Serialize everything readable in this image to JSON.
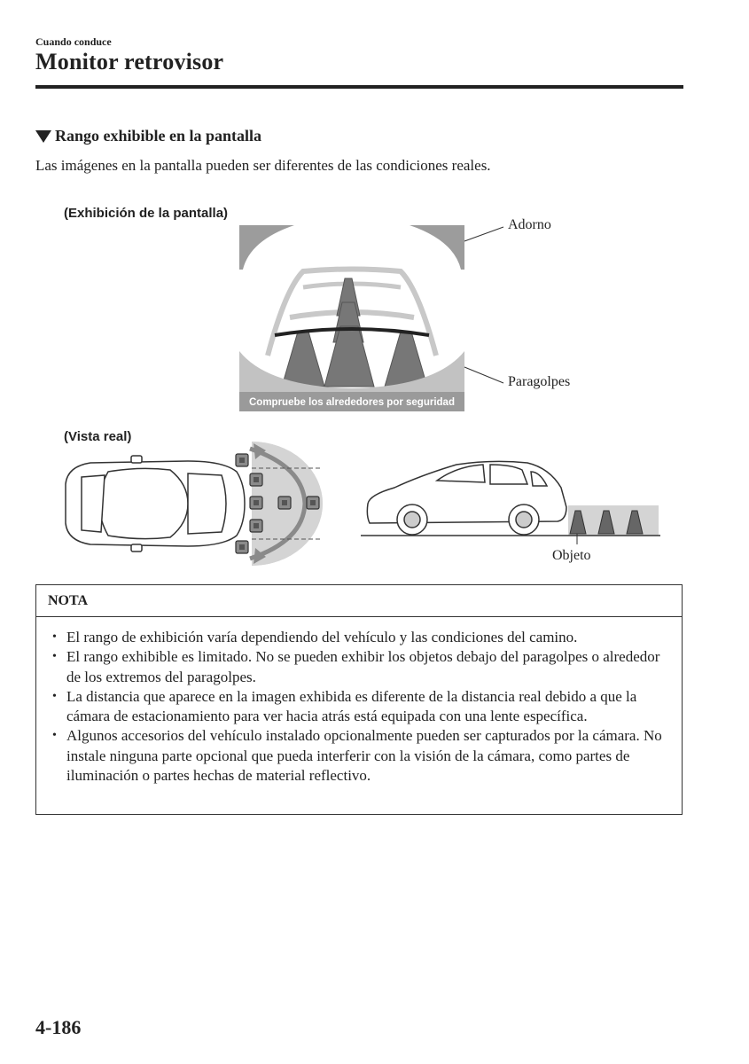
{
  "header": {
    "section": "Cuando conduce",
    "title": "Monitor retrovisor"
  },
  "section": {
    "heading": "Rango exhibible en la pantalla",
    "intro": "Las imágenes en la pantalla pueden ser diferentes de las condiciones reales."
  },
  "figure": {
    "screen_label": "(Exhibición de la pantalla)",
    "screen_caption": "Compruebe los alrededores por seguridad",
    "callout_trim": "Adorno",
    "callout_bumper": "Paragolpes",
    "real_label": "(Vista real)",
    "callout_object": "Objeto"
  },
  "note": {
    "title": "NOTA",
    "items": [
      "El rango de exhibición varía dependiendo del vehículo y las condiciones del camino.",
      "El rango exhibible es limitado. No se pueden exhibir los objetos debajo del paragolpes o alrededor de los extremos del paragolpes.",
      "La distancia que aparece en la imagen exhibida es diferente de la distancia real debido a que la cámara de estacionamiento para ver hacia atrás está equipada con una lente específica.",
      "Algunos accesorios del vehículo instalado opcionalmente pueden ser capturados por la cámara. No instale ninguna parte opcional que pueda interferir con la visión de la cámara, como partes de iluminación o partes hechas de material reflectivo."
    ]
  },
  "footer": {
    "page_number": "4-186"
  }
}
